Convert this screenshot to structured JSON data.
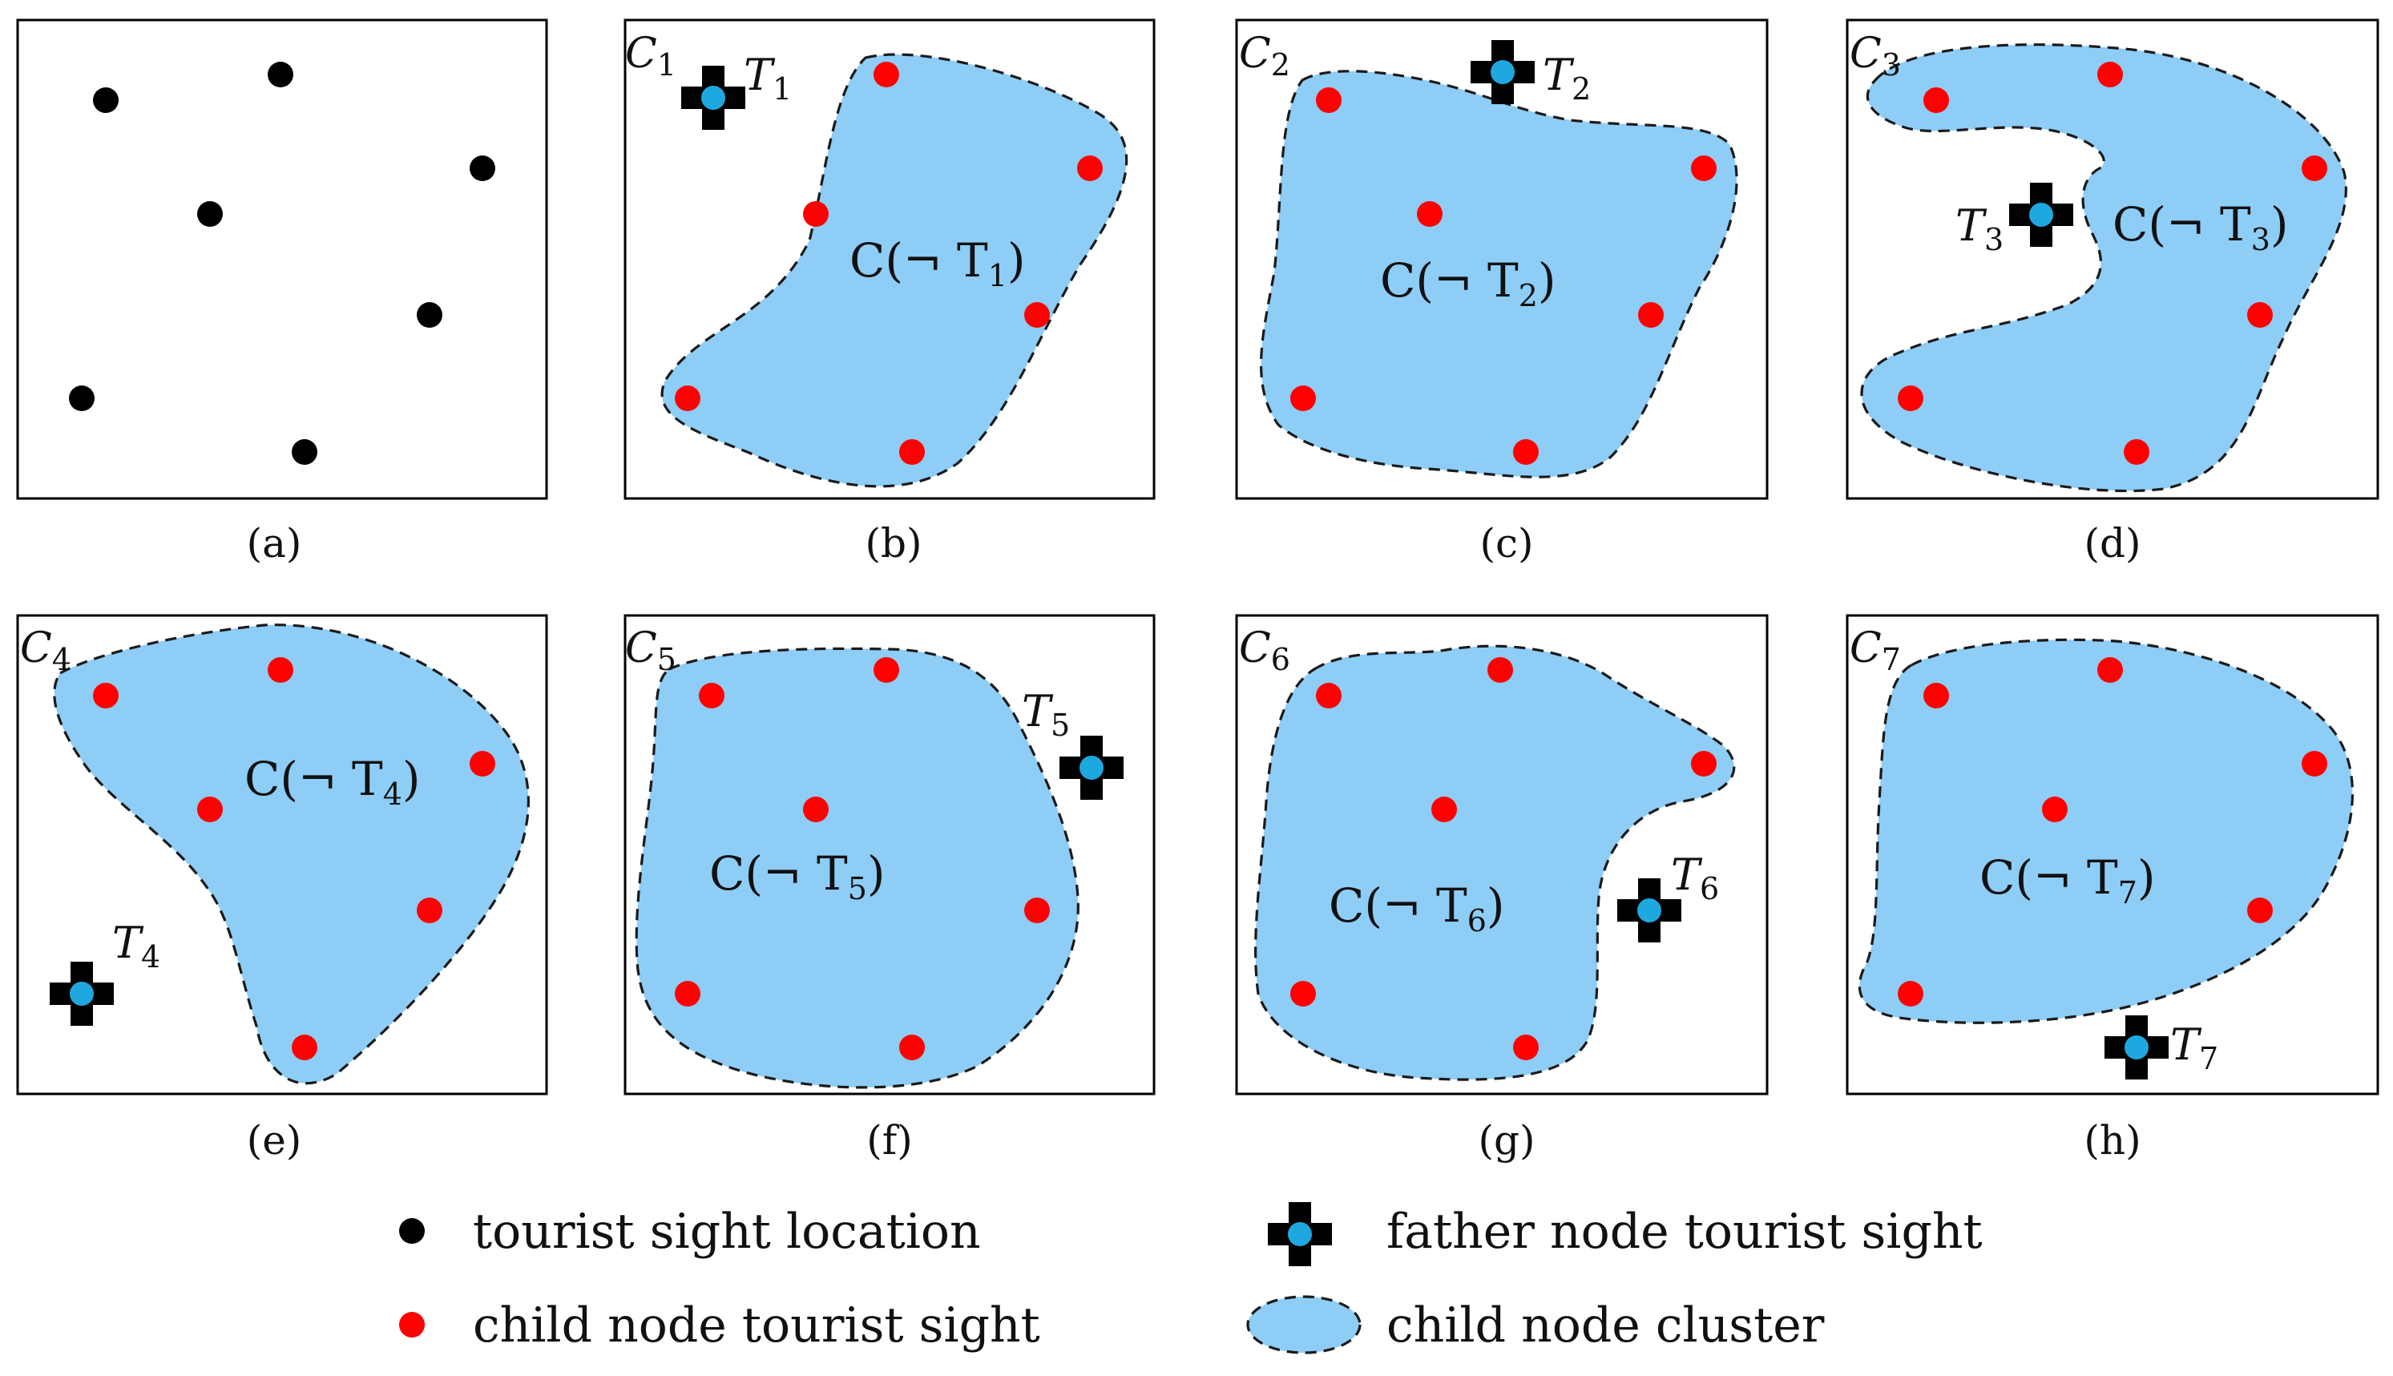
{
  "panels": [
    {
      "caption": "(a)",
      "corner_label": "",
      "corner_sub": "",
      "cluster_label": "",
      "cluster_sub": "",
      "father_label": "",
      "father_sub": ""
    },
    {
      "caption": "(b)",
      "corner_label": "C",
      "corner_sub": "1",
      "cluster_label": "C(¬ T",
      "cluster_sub": "1",
      "father_label": "T",
      "father_sub": "1"
    },
    {
      "caption": "(c)",
      "corner_label": "C",
      "corner_sub": "2",
      "cluster_label": "C(¬ T",
      "cluster_sub": "2",
      "father_label": "T",
      "father_sub": "2"
    },
    {
      "caption": "(d)",
      "corner_label": "C",
      "corner_sub": "3",
      "cluster_label": "C(¬ T",
      "cluster_sub": "3",
      "father_label": "T",
      "father_sub": "3"
    },
    {
      "caption": "(e)",
      "corner_label": "C",
      "corner_sub": "4",
      "cluster_label": "C(¬ T",
      "cluster_sub": "4",
      "father_label": "T",
      "father_sub": "4"
    },
    {
      "caption": "(f)",
      "corner_label": "C",
      "corner_sub": "5",
      "cluster_label": "C(¬ T",
      "cluster_sub": "5",
      "father_label": "T",
      "father_sub": "5"
    },
    {
      "caption": "(g)",
      "corner_label": "C",
      "corner_sub": "6",
      "cluster_label": "C(¬ T",
      "cluster_sub": "6",
      "father_label": "T",
      "father_sub": "6"
    },
    {
      "caption": "(h)",
      "corner_label": "C",
      "corner_sub": "7",
      "cluster_label": "C(¬ T",
      "cluster_sub": "7",
      "father_label": "T",
      "father_sub": "7"
    }
  ],
  "legend": {
    "sight_location": "tourist sight location",
    "child_node_sight": "child node tourist sight",
    "father_node_sight": "father node tourist sight",
    "child_node_cluster": "child node cluster"
  },
  "colors": {
    "cluster_fill": "#8ecdf6",
    "child_dot": "#ff0000",
    "sight_dot": "#000000",
    "father_core": "#1fa8e0"
  }
}
